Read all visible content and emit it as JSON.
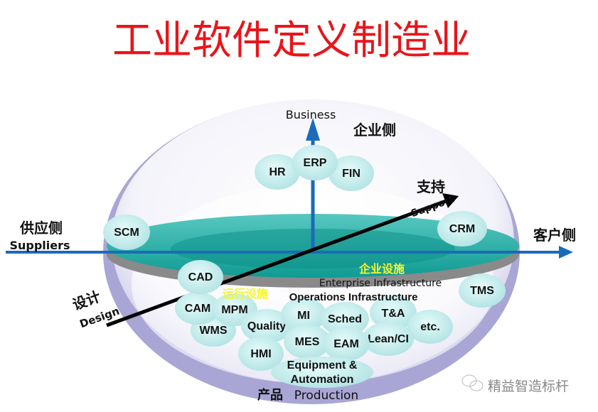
{
  "title": "工业软件定义制造业",
  "axes": {
    "business": "Business",
    "enterprise_side": "企业侧",
    "support_cn": "支持",
    "support_en": "Support",
    "supplier_cn": "供应侧",
    "supplier_en": "Suppliers",
    "customer_cn": "客户侧",
    "design_cn": "设计",
    "design_en": "Design",
    "production_cn": "产品",
    "production_en": "Production"
  },
  "layers": {
    "enterprise_cn": "企业设施",
    "enterprise_en": "Enterprise Infrastructure",
    "operations_cn": "运行设施",
    "operations_en": "Operations Infrastructure"
  },
  "bubbles": {
    "hr": "HR",
    "erp": "ERP",
    "fin": "FIN",
    "scm": "SCM",
    "crm": "CRM",
    "cad": "CAD",
    "tms": "TMS",
    "cam": "CAM",
    "mpm": "MPM",
    "wms": "WMS",
    "quality": "Quality",
    "mi": "MI",
    "sched": "Sched",
    "ta": "T&A",
    "etc": "etc.",
    "mes": "MES",
    "eam": "EAM",
    "lean": "Lean/CI",
    "hmi": "HMI",
    "equip1": "Equipment &",
    "equip2": "Automation"
  },
  "watermark": "精益智造标杆",
  "colors": {
    "title": "#e8151b",
    "axis": "#1a6bb8",
    "disc": "#1aa9a0",
    "ring": "#a9a6d6",
    "yellow": "#f5f52a"
  }
}
